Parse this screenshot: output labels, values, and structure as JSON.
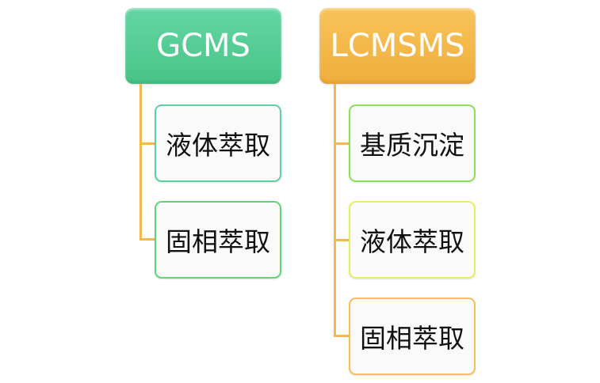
{
  "diagram": {
    "type": "hierarchy",
    "groups": [
      {
        "title": "GCMS",
        "color": "#4fca8e",
        "children": [
          {
            "label": "液体萃取",
            "border": "#5fd1a0"
          },
          {
            "label": "固相萃取",
            "border": "#5bd873"
          }
        ]
      },
      {
        "title": "LCMSMS",
        "color": "#f4b545",
        "children": [
          {
            "label": "基质沉淀",
            "border": "#8ee05a"
          },
          {
            "label": "液体萃取",
            "border": "#e6ef5c"
          },
          {
            "label": "固相萃取",
            "border": "#f7bf5c"
          }
        ]
      }
    ],
    "connector_color": "#f6b650"
  }
}
